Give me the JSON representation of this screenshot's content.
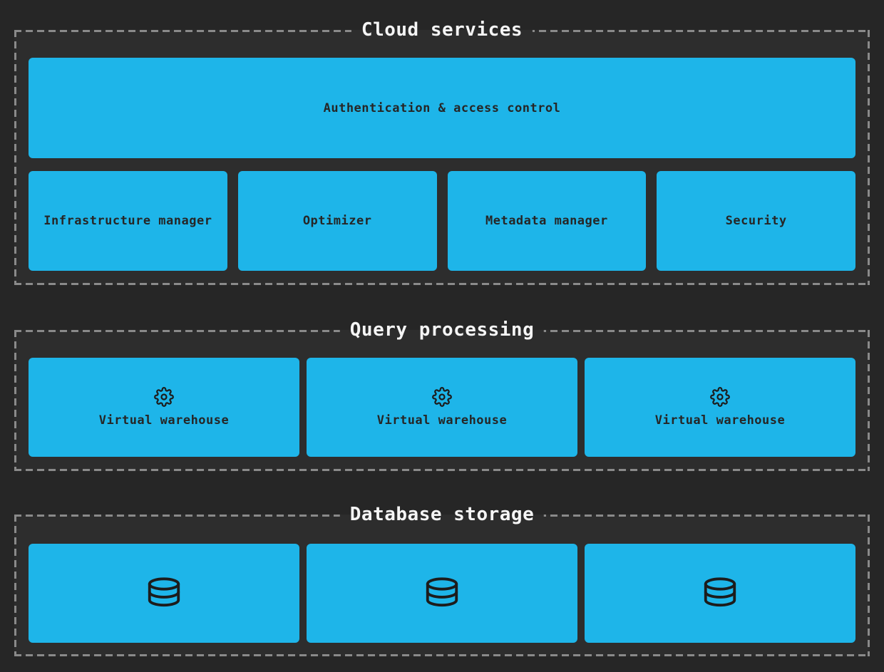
{
  "colors": {
    "page_bg": "#262626",
    "section_bg": "#2d2d2d",
    "dash": "#8a8a8a",
    "accent": "#1eb5e9",
    "box_text": "#262626",
    "title_text": "#f5f5f5",
    "icon_stroke": "#1c1c1c"
  },
  "sections": [
    {
      "title": "Cloud services",
      "wide_box": {
        "label": "Authentication & access control"
      },
      "boxes": [
        {
          "label": "Infrastructure manager"
        },
        {
          "label": "Optimizer"
        },
        {
          "label": "Metadata manager"
        },
        {
          "label": "Security"
        }
      ]
    },
    {
      "title": "Query processing",
      "boxes": [
        {
          "icon": "gear-icon",
          "label": "Virtual warehouse"
        },
        {
          "icon": "gear-icon",
          "label": "Virtual warehouse"
        },
        {
          "icon": "gear-icon",
          "label": "Virtual warehouse"
        }
      ]
    },
    {
      "title": "Database storage",
      "boxes": [
        {
          "icon": "database-icon"
        },
        {
          "icon": "database-icon"
        },
        {
          "icon": "database-icon"
        }
      ]
    }
  ]
}
